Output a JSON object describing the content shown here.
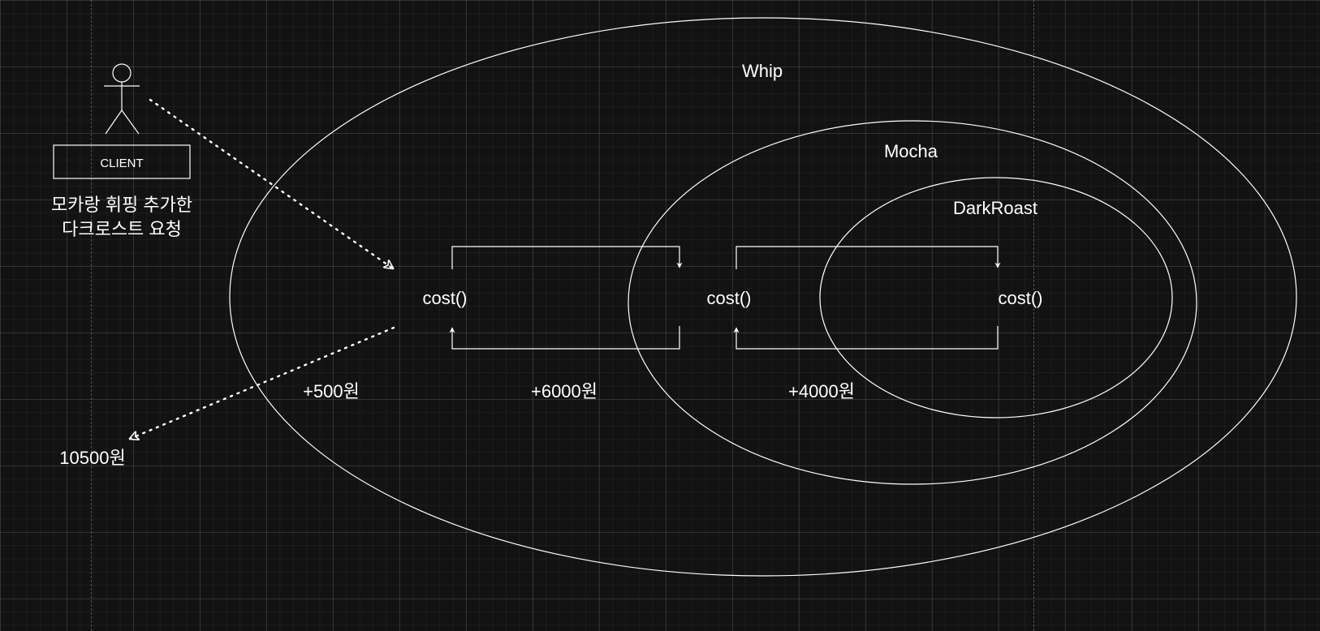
{
  "colors": {
    "background": "#121212",
    "stroke": "#ffffff",
    "text": "#ffffff"
  },
  "client": {
    "box_label": "CLIENT",
    "caption_line1": "모카랑 휘핑 추가한",
    "caption_line2": "다크로스트 요청",
    "icon": "actor-stick-figure-icon"
  },
  "layers": {
    "outer": {
      "title": "Whip",
      "method": "cost()"
    },
    "middle": {
      "title": "Mocha",
      "method": "cost()"
    },
    "inner": {
      "title": "DarkRoast",
      "method": "cost()"
    }
  },
  "returns": {
    "whip_add": "+500원",
    "mocha_add": "+6000원",
    "darkroast_add": "+4000원",
    "total": "10500원"
  }
}
